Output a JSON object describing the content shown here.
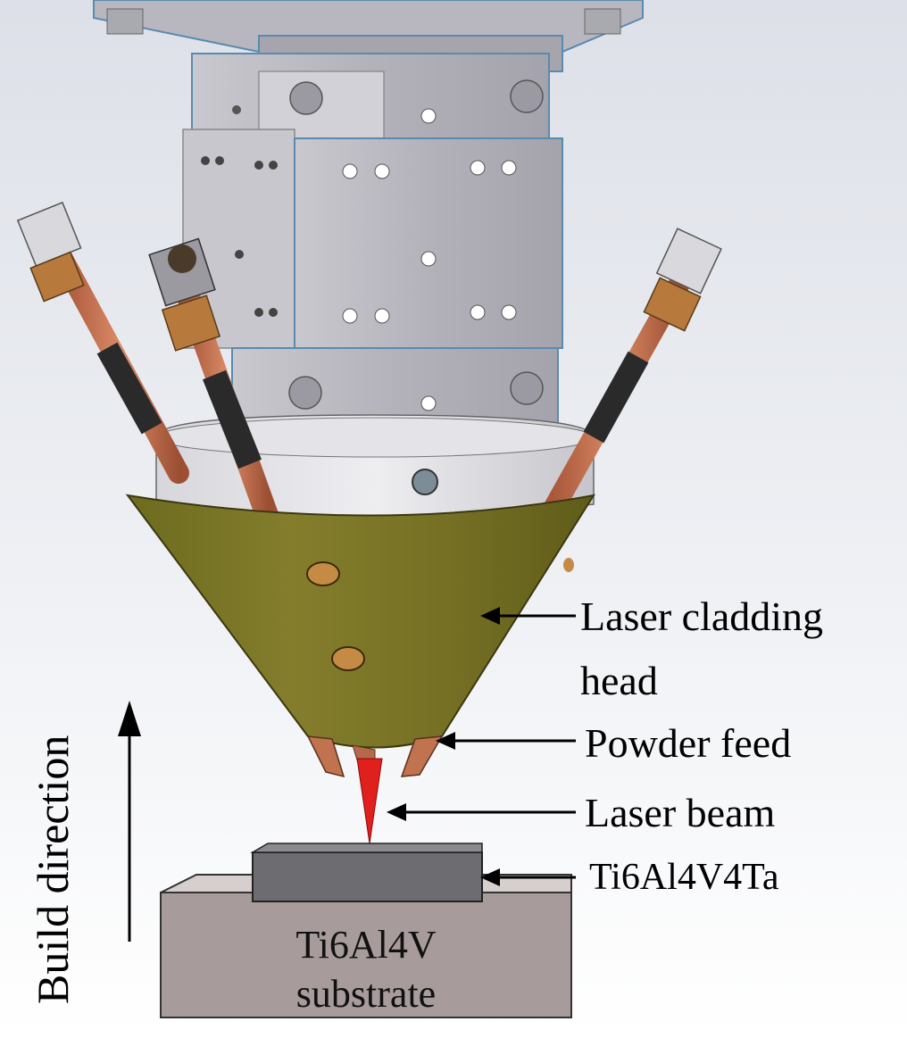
{
  "labels": {
    "laser_cladding_head_line1": "Laser cladding",
    "laser_cladding_head_line2": "head",
    "powder_feed": "Powder feed",
    "laser_beam": "Laser beam",
    "deposit": "Ti6Al4V4Ta",
    "substrate_line1": "Ti6Al4V",
    "substrate_line2": "substrate",
    "build_direction": "Build direction"
  },
  "colors": {
    "cone": "#7a7525",
    "block_metal": "#bdbcc3",
    "copper_tube": "#c87a55",
    "laser": "#e0201c",
    "deposit_block": "#6d6c70",
    "substrate_block": "#a79c9b"
  }
}
